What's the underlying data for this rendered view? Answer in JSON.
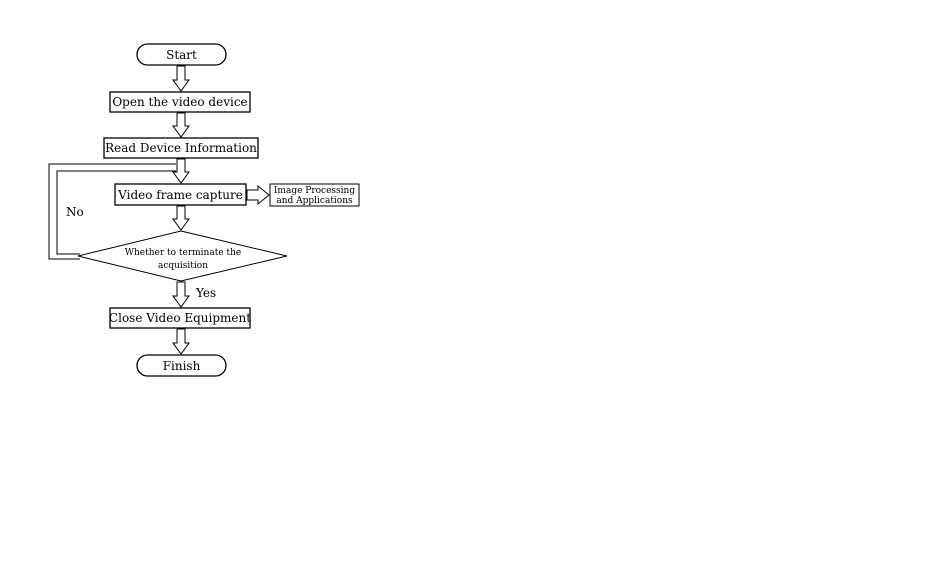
{
  "flowchart": {
    "start": "Start",
    "open_device": "Open the video device",
    "read_info": "Read Device Information",
    "capture": "Video frame capture",
    "processing": [
      "Image Processing",
      "and Applications"
    ],
    "decision": [
      "Whether to terminate the",
      "acquisition"
    ],
    "close": "Close Video Equipment",
    "finish": "Finish",
    "label_no": "No",
    "label_yes": "Yes"
  }
}
